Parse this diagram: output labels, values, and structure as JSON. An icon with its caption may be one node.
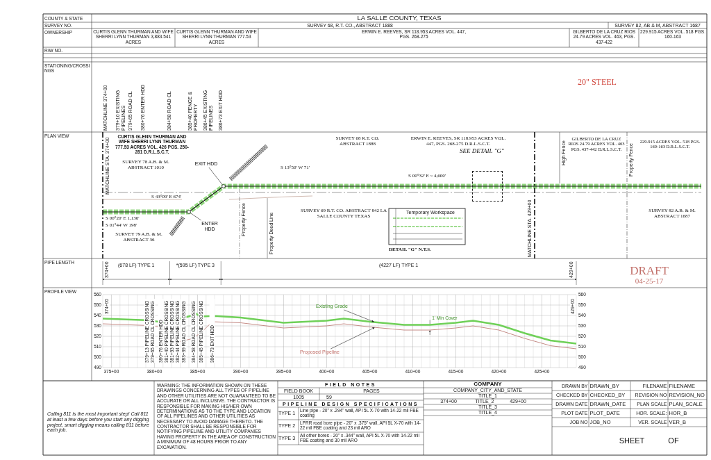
{
  "diagram": {
    "nodes": [
      {
        "text": [
          "EXIT HDD"
        ]
      },
      {
        "text": [
          "ENTER HDD"
        ]
      },
      {
        "text": [
          "Existing Grade"
        ]
      },
      {
        "text": [
          "Proposed Pipeline"
        ]
      },
      {
        "text": [],
        "shape": "box",
        "beside": [
          "SEE DETAIL \"G\""
        ]
      },
      {
        "text": [],
        "shape": "circle"
      },
      {
        "text": [],
        "shape": "circle"
      },
      {
        "text": [],
        "shape": "line"
      },
      {
        "text": [],
        "shape": "line"
      }
    ],
    "edges": [
      {
        "from": 0,
        "to": 5,
        "arrow": "none"
      },
      {
        "from": 1,
        "to": 6,
        "arrow": "none"
      },
      {
        "from": 2,
        "to": 7,
        "arrow": "to"
      },
      {
        "from": 3,
        "to": 8,
        "arrow": "to"
      }
    ],
    "labels": [
      "COUNTY & STATE",
      "LA SALLE COUNTY, TEXAS",
      "SURVEY NO.",
      "SURVEY 68, R.T. CO., ABSTRACT 1888",
      "SURVEY 82, AB & M, ABSTRACT 1687",
      "OWNERSHIP",
      "CURTIS GLENN THURMAN AND WIFE SHERRI LYNN THURMAN 3,883.541 ACRES",
      "CURTIS GLENN THURMAN AND WIFE SHERRI LYNN THURMAN 777.53 ACRES",
      "ERWIN E. REEVES, SR 118.953 ACRES VOL. 447, PGS. 268-275",
      "GILBERTO DE LA CRUZ RIOS 24.79 ACRES VOL. 463, PGS. 437-422",
      "229.915 ACRES VOL. 518 PGS. 160-163",
      "R/W NO.",
      "STATIONING/CROSSINGS",
      "MATCHLINE 374+00",
      "379+10 EXISTING PIPELINES",
      "379+65 ROAD CL",
      "380+76 ENTER HDD",
      "384+58 ROAD CL",
      "385+40 FENCE & PROPERTY",
      "386+45 EXISTING PIPELINES",
      "386+73 EXIT HDD",
      "20\" STEEL",
      "PLAN VIEW",
      "MATCHLINE STA. 374+00",
      "CURTIS GLENN THURMAN AND WIFE SHERRI LYNN THURMAN 777.53 ACRES VOL. 426 PGS. 250-281 D.R.L.S.C.T.",
      "SURVEY 78 A.B. & M. ABSTRACT 1010",
      "SURVEY 68 R.T. CO. ABSTRACT 1888",
      "ERWIN E. REEVES, SR 118.953 ACRES VOL. 447, PGS. 268-275 D.R.L.S.C.T.",
      "S 13°50' W 71'",
      "S 00°32' E ~ 4,600'",
      "S 00°20' E 1,136'",
      "S 01°44' W 198'",
      "S 43°09' E 674'",
      "SURVEY 69 R.T. CO. ABSTRACT 842 LA SALLE COUNTY TEXAS",
      "SURVEY 79 A.B. & M. ABSTRACT 36",
      "Property Fence",
      "Property Deed Line",
      "Temporary Workspace",
      "DETAIL \"G\" N.T.S.",
      "MATCHLINE STA. 429+00",
      "High Fence",
      "GILBERTO DE LA CRUZ RIOS 24.79 ACRES VOL. 463 PGS. 437-442 D.R.L.S.C.T.",
      "Property Fence",
      "229.915 ACRES VOL. 518 PGS. 160-163 D.R.L.S.C.T.",
      "SURVEY 82 A.B. & M. ABSTRACT 1687",
      "PIPE LENGTH",
      "374+00",
      "(678 LF) TYPE 1",
      "*(595 LF) TYPE 3",
      "(4227 LF) TYPE 1",
      "429+00",
      "DRAFT",
      "04-25-17",
      "PROFILE VIEW",
      "374+00",
      "560",
      "550",
      "540",
      "530",
      "520",
      "510",
      "500",
      "490",
      "379+13 PIPELINE CROSSING",
      "379+65 ROAD CL CROSSING",
      "380+76 ENTER HDD",
      "381+40 PIPELINE CROSSING",
      "381+93 PIPELINE CROSSING",
      "382+44 PIPELINE CROSSING",
      "383+39 ROAD CL CROSSING",
      "384+58 ROAD CL CROSSING",
      "385+45 PIPELINE CROSSING",
      "386+73 EXIT HDD",
      "1' Min Cover",
      "429+00",
      "560",
      "550",
      "540",
      "530",
      "520",
      "510",
      "500",
      "490",
      "375+00",
      "380+00",
      "385+00",
      "390+00",
      "395+00",
      "400+00",
      "405+00",
      "410+00",
      "415+00",
      "420+00",
      "425+00",
      "Calling 811 is the most important step! Call 811 at least a few days before you start any digging project, smart digging means calling 811 before each job.",
      "WARNING: THE INFORMATION SHOWN ON THESE DRAWINGS CONCERNING ALL TYPES OF PIPELINE AND OTHER UTILITIES ARE NOT GUARANTEED TO BE ACCURATE OR ALL INCLUSIVE. THE CONTRACTOR IS RESPONSIBLE FOR MAKING HIS/HER OWN DETERMINATIONS AS TO THE TYPE AND LOCATION OF ALL PIPELINES AND OTHER UTILITIES AS NECESSARY TO AVOID DAMAGE THERETO. THE CONTRACTOR SHALL BE RESPONSIBLE FOR NOTIFYING PIPELINE AND UTILITY COMPANIES HAVING PROPERTY IN THE AREA OF CONSTRUCTION A MINIMUM OF 48 HOURS PRIOR TO ANY EXCAVATION.",
      "FIELD NOTES",
      "FIELD BOOK",
      "PAGES",
      "1005",
      "59",
      "PIPELINE DESIGN SPECIFICATIONS",
      "TYPE 1",
      "Line pipe - 20\" x .294\" wall, API 5L X-70 with 14-22 mil FBE coating",
      "TYPE 2",
      "LPRR road bore pipe - 20\" x .375\" wall, API 5L X-70 with 14-22 mil FBE coating and 23 mil ARO",
      "TYPE 3",
      "All other bores - 20\" x .344\" wall, API 5L X-70 with 14-22 mil FBE coating and 30 mil ARO",
      "COMPANY",
      "COMPANY_CITY_AND_STATE",
      "TITLE_1",
      "374+00",
      "TITLE_2",
      "429+00",
      "TITLE_3",
      "TITLE_4",
      "DRAWN BY",
      "DRAWN_BY",
      "FILENAME",
      "FILENAME",
      "CHECKED BY",
      "CHECKED_BY",
      "REVISION NO",
      "REVISION_NO",
      "DRAWN DATE",
      "DRAWN_DATE",
      "PLAN SCALE",
      "PLAN_SCALE",
      "PLOT DATE",
      "PLOT_DATE",
      "HOR. SCALE:",
      "HOR_B",
      "JOB NO",
      "JOB_NO",
      "VER. SCALE",
      "VER_B",
      "SHEET",
      "OF"
    ]
  }
}
